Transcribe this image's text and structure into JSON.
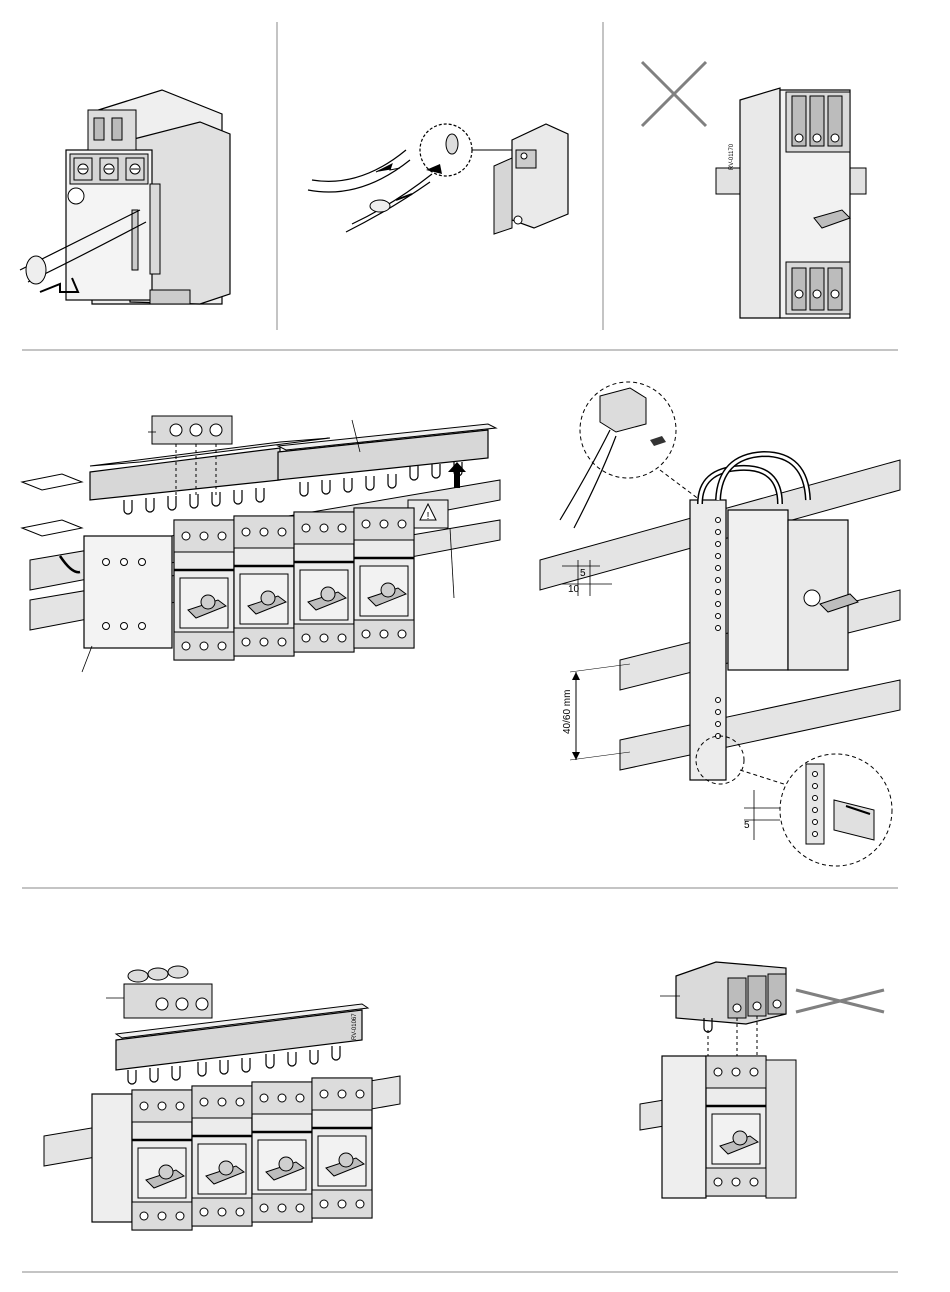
{
  "panel_a3": {
    "code": "RV-01170"
  },
  "panel_c": {
    "dim_top_5": "5",
    "dim_top_10": "10",
    "dim_spacing": "40/60 mm",
    "dim_bottom_5": "5"
  },
  "panel_d": {
    "code": "RV-01067"
  },
  "colors": {
    "line": "#000000",
    "fill": "#e6e6e6",
    "fill_dark": "#bdbdbd",
    "divider": "#888888",
    "cross": "#808080"
  }
}
